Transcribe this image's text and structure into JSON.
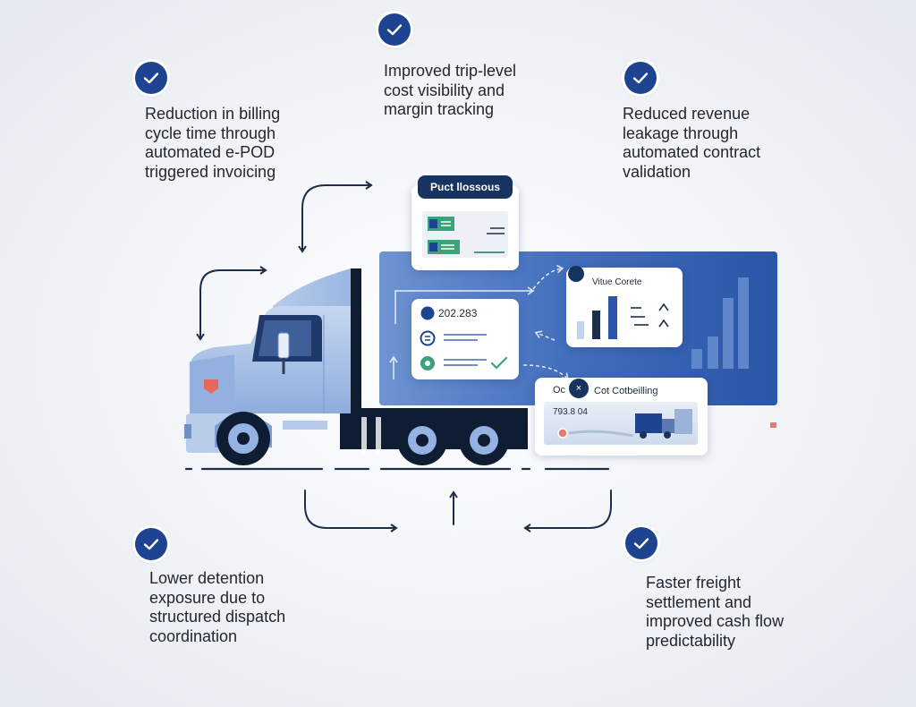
{
  "benefits": {
    "b1": {
      "icon": "check-icon",
      "lines": [
        "Reduction in billing",
        "cycle time through",
        "automated e-POD",
        "triggered invoicing"
      ]
    },
    "b2": {
      "icon": "check-icon",
      "lines": [
        "Improved trip-level",
        "cost visibility and",
        "margin tracking"
      ]
    },
    "b3": {
      "icon": "check-icon",
      "lines": [
        "Reduced revenue",
        "leakage through",
        "automated contract",
        "validation"
      ]
    },
    "b4": {
      "icon": "check-icon",
      "lines": [
        "Lower detention",
        "exposure due to",
        "structured dispatch",
        "coordination"
      ]
    },
    "b5": {
      "icon": "check-icon",
      "lines": [
        "Faster freight",
        "settlement and",
        "improved cash flow",
        "predictability"
      ]
    }
  },
  "cards": {
    "process": {
      "title": "Puct llossous"
    },
    "trip": {
      "value": "202.283"
    },
    "value": {
      "title": "Vitue Corete"
    },
    "costbill": {
      "prefix": "Oc",
      "title": "Cot Cotbeilling",
      "amount": "793.8 04"
    }
  },
  "colors": {
    "accent": "#1e4390",
    "panel": "#2a55a8",
    "truck": "#a9c2e8",
    "green": "#3aa57a",
    "navy": "#16345f"
  }
}
